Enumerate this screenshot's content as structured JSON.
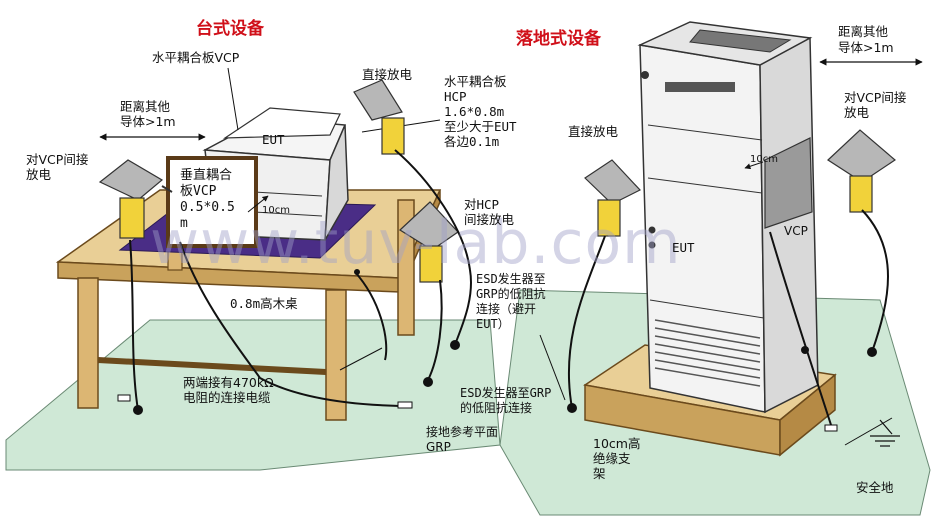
{
  "titles": {
    "tabletop": "台式设备",
    "floor": "落地式设备"
  },
  "labels": {
    "hcp_horizontal": "水平耦合板VCP",
    "dist_left_1": "距离其他",
    "dist_left_2": "导体>1m",
    "vcp_indirect_left_1": "对VCP间接",
    "vcp_indirect_left_2": "放电",
    "direct_discharge_top": "直接放电",
    "hcp_spec": "水平耦合板\nHCP\n1.6*0.8m\n至少大于EUT\n各边0.1m",
    "eut_table": "EUT",
    "vcp_board": "垂直耦合\n板VCP\n0.5*0.5\nm",
    "tenmm_table": "10cm",
    "hcp_indirect": "对HCP\n间接放电",
    "table": "0.8m高木桌",
    "cable": "两端接有470kΩ\n电阻的连接电缆",
    "esd_grp_avoid": "ESD发生器至\nGRP的低阻抗\n连接（避开\nEUT）",
    "esd_grp": "ESD发生器至GRP\n的低阻抗连接",
    "grp": "接地参考平面\nGRP",
    "direct_discharge_floor": "直接放电",
    "eut_floor": "EUT",
    "tenmm_floor": "10cm",
    "vcp_floor": "VCP",
    "dist_right_1": "距离其他",
    "dist_right_2": "导体>1m",
    "vcp_indirect_right_1": "对VCP间接",
    "vcp_indirect_right_2": "放电",
    "support": "10cm高\n绝缘支\n架",
    "safety_ground": "安全地"
  },
  "watermark": "www.tuv-lab.com",
  "colors": {
    "title": "#d0101a",
    "grp_plane": "#cfe8d6",
    "wood": "#e8c98c",
    "hcp_plate": "#4a2d86",
    "cabinet": "#f2f2f2"
  }
}
